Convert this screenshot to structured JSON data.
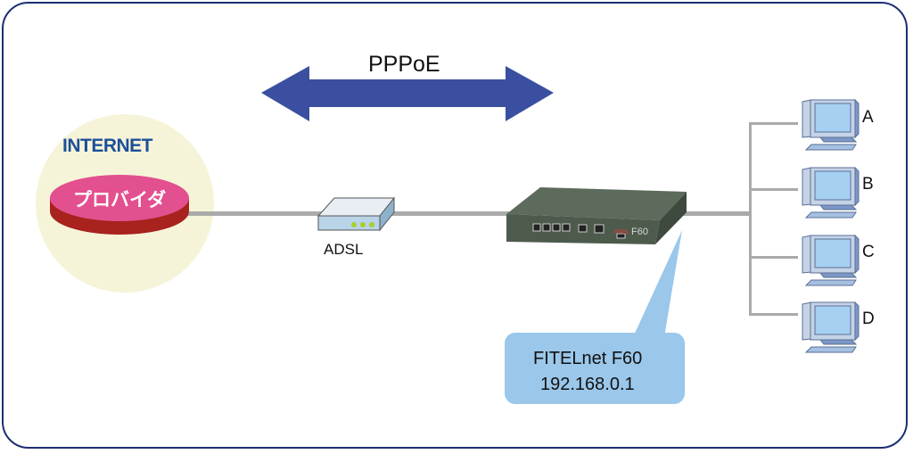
{
  "diagram": {
    "protocol_arrow": {
      "label": "PPPoE",
      "color": "#3a4fa0"
    },
    "internet": {
      "label": "INTERNET",
      "provider_label": "プロバイダ",
      "bubble_color": "#f6f4d8",
      "disk_top_color": "#e2508f",
      "disk_side_color": "#a8221e"
    },
    "modem": {
      "label": "ADSL"
    },
    "router": {
      "model_badge": "F60",
      "brand_badge": "FITEL"
    },
    "callout": {
      "line1": "FITELnet F60",
      "line2": "192.168.0.1",
      "color": "#9ac7ea"
    },
    "clients": [
      {
        "label": "A"
      },
      {
        "label": "B"
      },
      {
        "label": "C"
      },
      {
        "label": "D"
      }
    ],
    "line_color": "#aaaaaa",
    "frame_color": "#1c2f73"
  }
}
